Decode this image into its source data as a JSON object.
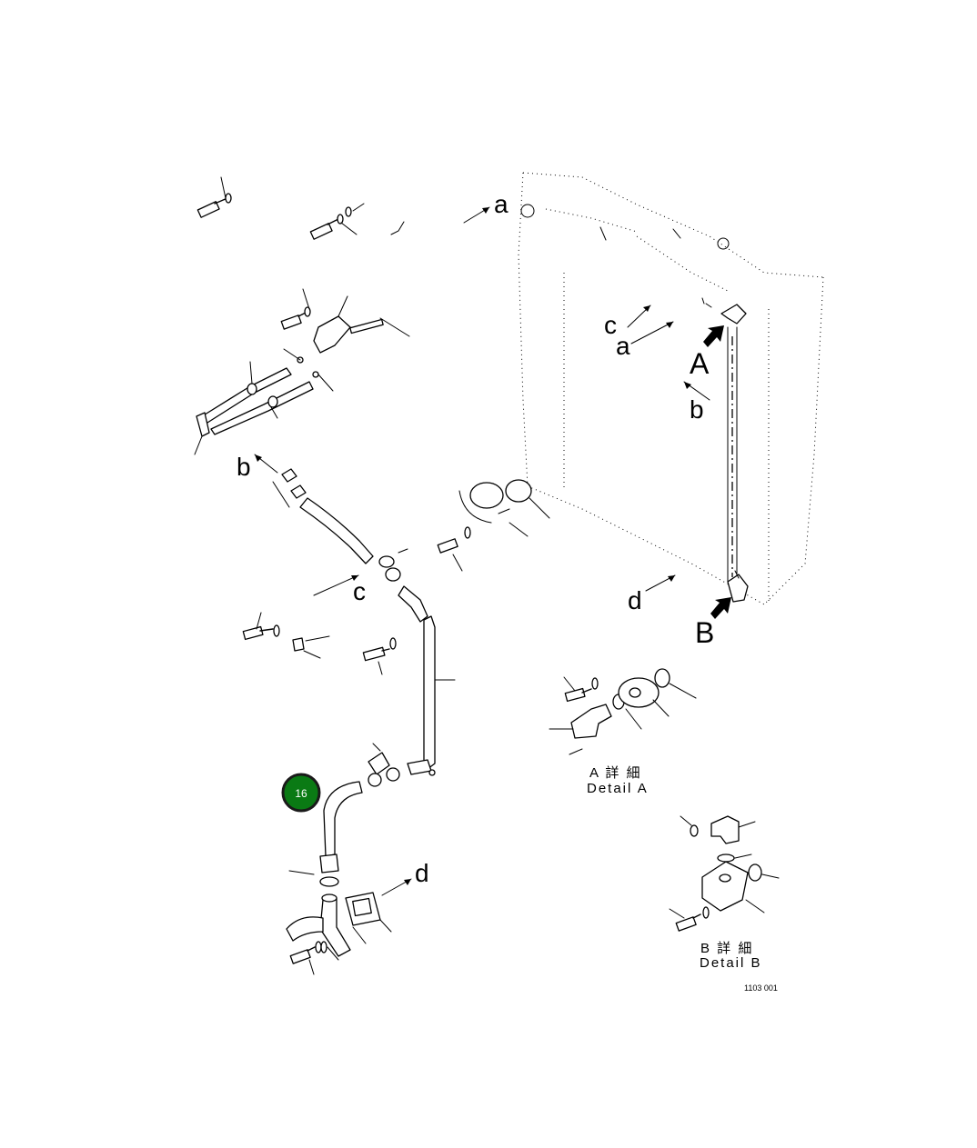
{
  "labels": {
    "a_top": "a",
    "c_right": "c",
    "a_right": "a",
    "A_big": "A",
    "b_right": "b",
    "b_left": "b",
    "c_mid": "c",
    "d_mid": "d",
    "B_big": "B",
    "d_bottom": "d"
  },
  "details": {
    "a_jp": "A  詳 細",
    "a_en": "Detail A",
    "b_jp": "B  詳 細",
    "b_en": "Detail B"
  },
  "drawing_number": "1103 001",
  "callouts": [
    {
      "number": "16"
    }
  ],
  "colors": {
    "callout_fill": "#0a7a14",
    "callout_text": "#ffffff",
    "line": "#000000"
  }
}
